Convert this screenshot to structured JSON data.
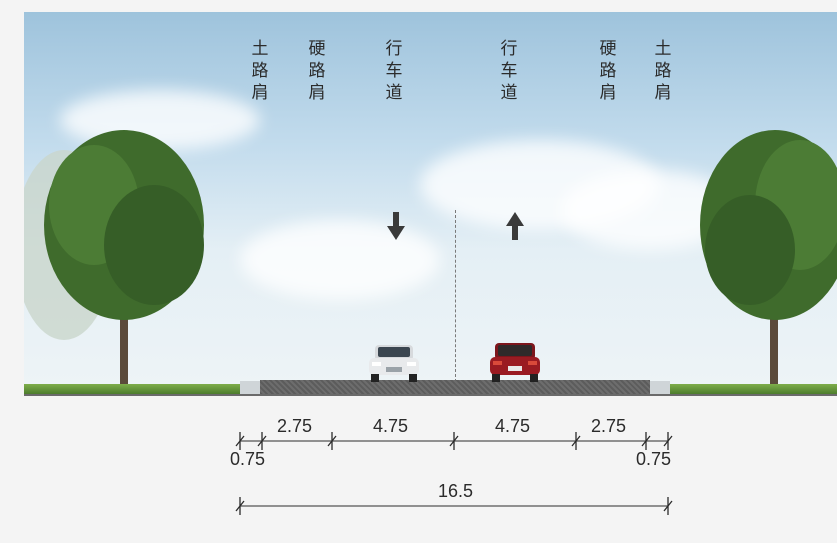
{
  "labels": [
    {
      "lines": [
        "土",
        "路",
        "肩"
      ]
    },
    {
      "lines": [
        "硬",
        "路",
        "肩"
      ]
    },
    {
      "lines": [
        "行",
        "车",
        "道"
      ]
    },
    {
      "lines": [
        "行",
        "车",
        "道"
      ]
    },
    {
      "lines": [
        "硬",
        "路",
        "肩"
      ]
    },
    {
      "lines": [
        "土",
        "路",
        "肩"
      ]
    }
  ],
  "dimensions": {
    "earth_shoulder_left": "0.75",
    "hard_shoulder_left": "2.75",
    "lane_left": "4.75",
    "lane_right": "4.75",
    "hard_shoulder_right": "2.75",
    "earth_shoulder_right": "0.75",
    "total": "16.5"
  },
  "arrows": {
    "left_lane": "down-arrow-icon",
    "right_lane": "up-arrow-icon"
  },
  "colors": {
    "sky": "#c3dced",
    "tree": "#3f6b2c",
    "pavement": "#5c5c5c",
    "car_white": "#e8eaec",
    "car_red": "#9a1b22",
    "text": "#2b2b2b"
  }
}
